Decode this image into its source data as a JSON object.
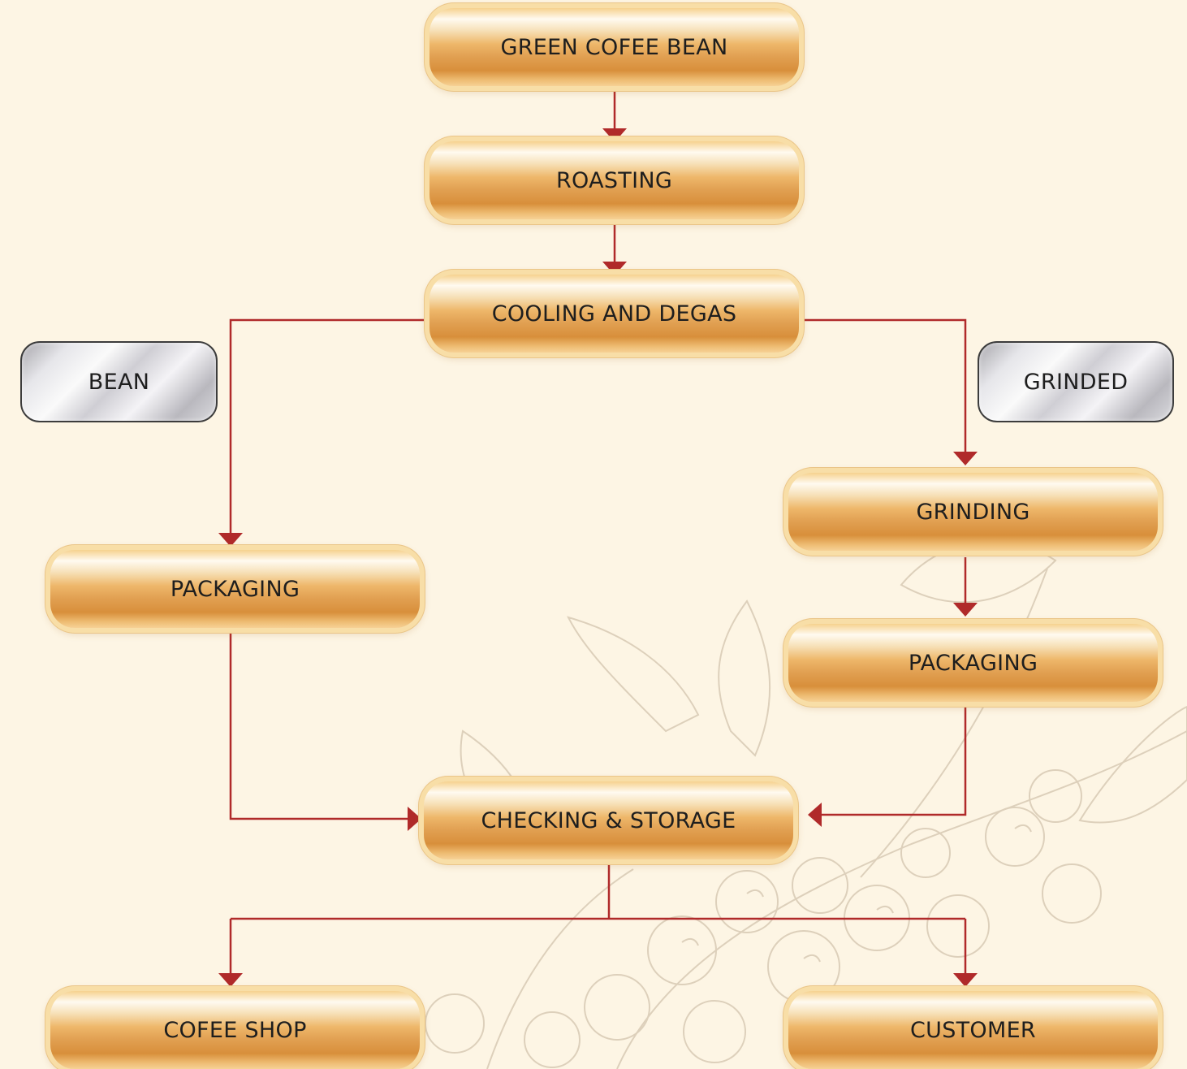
{
  "flow": {
    "green_coffee_bean": "GREEN COFEE BEAN",
    "roasting": "ROASTING",
    "cooling_and_degas": "COOLING AND DEGAS",
    "bean_label": "BEAN",
    "grinded_label": "GRINDED",
    "grinding": "GRINDING",
    "packaging_bean": "PACKAGING",
    "packaging_grinded": "PACKAGING",
    "checking_storage": "CHECKING & STORAGE",
    "coffee_shop": "COFEE SHOP",
    "customer": "CUSTOMER"
  },
  "colors": {
    "background": "#fdf5e4",
    "connector": "#b02a2a",
    "gold": "#e1a052",
    "silver": "#cfced4",
    "sketch": "#ddd0bb"
  }
}
